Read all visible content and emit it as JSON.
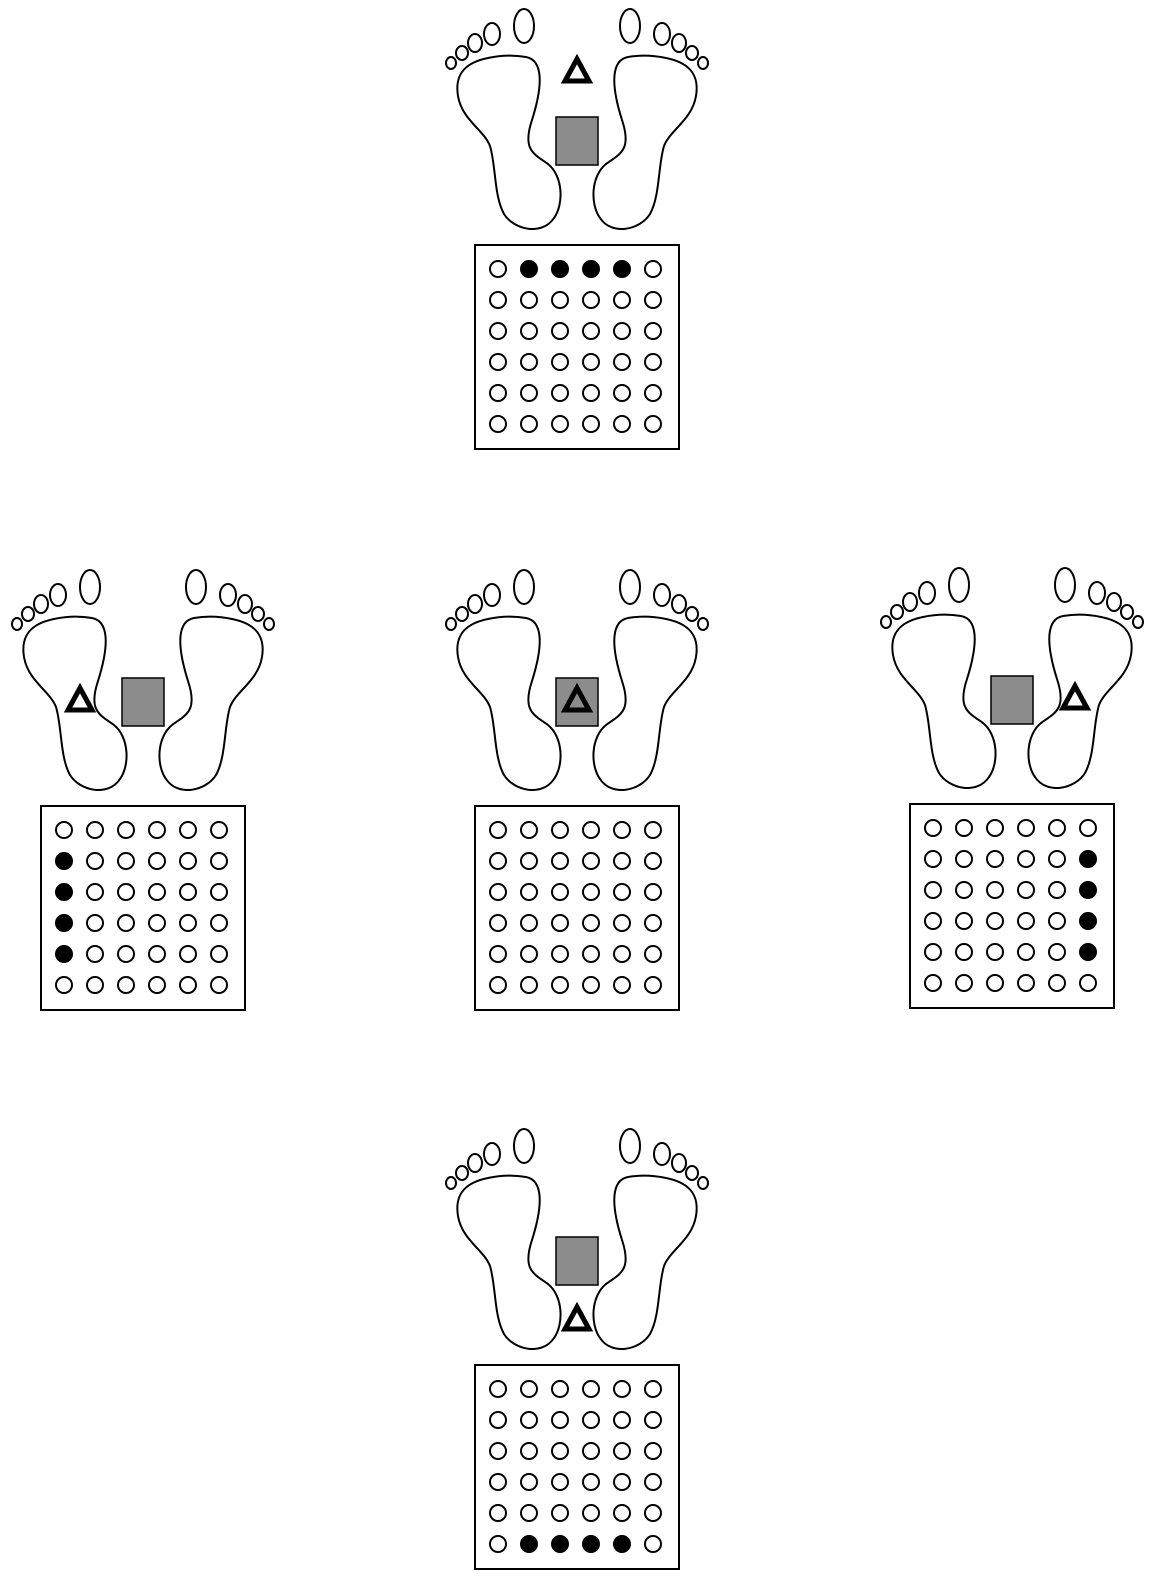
{
  "colors": {
    "stroke": "#000000",
    "marker_square": "#8c8c8c",
    "dot_on": "#000000",
    "dot_off": "#ffffff"
  },
  "icons": {
    "feet": "bare-feet-outline-icon",
    "square": "gray-square-marker",
    "triangle": "triangle-outline-marker"
  },
  "panels": [
    {
      "name": "panel-top",
      "triangle_position": "front",
      "grid": [
        [
          0,
          1,
          1,
          1,
          1,
          0
        ],
        [
          0,
          0,
          0,
          0,
          0,
          0
        ],
        [
          0,
          0,
          0,
          0,
          0,
          0
        ],
        [
          0,
          0,
          0,
          0,
          0,
          0
        ],
        [
          0,
          0,
          0,
          0,
          0,
          0
        ],
        [
          0,
          0,
          0,
          0,
          0,
          0
        ]
      ]
    },
    {
      "name": "panel-left",
      "triangle_position": "left",
      "grid": [
        [
          0,
          0,
          0,
          0,
          0,
          0
        ],
        [
          1,
          0,
          0,
          0,
          0,
          0
        ],
        [
          1,
          0,
          0,
          0,
          0,
          0
        ],
        [
          1,
          0,
          0,
          0,
          0,
          0
        ],
        [
          1,
          0,
          0,
          0,
          0,
          0
        ],
        [
          0,
          0,
          0,
          0,
          0,
          0
        ]
      ]
    },
    {
      "name": "panel-center",
      "triangle_position": "center",
      "grid": [
        [
          0,
          0,
          0,
          0,
          0,
          0
        ],
        [
          0,
          0,
          0,
          0,
          0,
          0
        ],
        [
          0,
          0,
          0,
          0,
          0,
          0
        ],
        [
          0,
          0,
          0,
          0,
          0,
          0
        ],
        [
          0,
          0,
          0,
          0,
          0,
          0
        ],
        [
          0,
          0,
          0,
          0,
          0,
          0
        ]
      ]
    },
    {
      "name": "panel-right",
      "triangle_position": "right",
      "grid": [
        [
          0,
          0,
          0,
          0,
          0,
          0
        ],
        [
          0,
          0,
          0,
          0,
          0,
          1
        ],
        [
          0,
          0,
          0,
          0,
          0,
          1
        ],
        [
          0,
          0,
          0,
          0,
          0,
          1
        ],
        [
          0,
          0,
          0,
          0,
          0,
          1
        ],
        [
          0,
          0,
          0,
          0,
          0,
          0
        ]
      ]
    },
    {
      "name": "panel-bottom",
      "triangle_position": "back",
      "grid": [
        [
          0,
          0,
          0,
          0,
          0,
          0
        ],
        [
          0,
          0,
          0,
          0,
          0,
          0
        ],
        [
          0,
          0,
          0,
          0,
          0,
          0
        ],
        [
          0,
          0,
          0,
          0,
          0,
          0
        ],
        [
          0,
          0,
          0,
          0,
          0,
          0
        ],
        [
          0,
          1,
          1,
          1,
          1,
          0
        ]
      ]
    }
  ]
}
